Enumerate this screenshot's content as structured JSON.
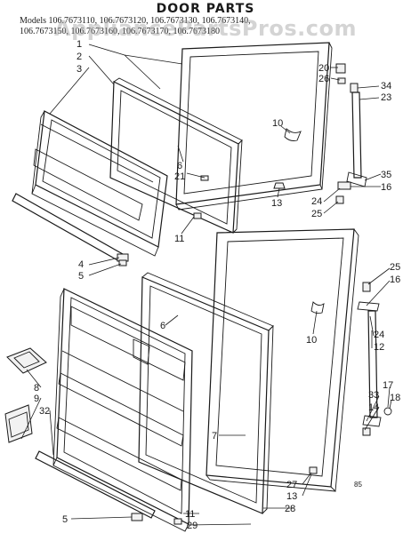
{
  "title": "DOOR PARTS",
  "models_line1": "Models 106.7673110, 106.7673120, 106.7673130, 106.7673140,",
  "models_line2": "106.7673150, 106.7673160, 106.7673170, 106.7673180",
  "watermark": "AppliancePartsPros.com",
  "drawing_code": "85",
  "callouts": {
    "c1": "1",
    "c2": "2",
    "c3": "3",
    "c4": "4",
    "c5": "5",
    "c5b": "5",
    "c6": "6",
    "c6b": "6",
    "c7": "7",
    "c8": "8",
    "c9": "9",
    "c10": "10",
    "c10b": "10",
    "c11": "11",
    "c11b": "11",
    "c12": "12",
    "c13": "13",
    "c13b": "13",
    "c14": "14",
    "c16": "16",
    "c16b": "16",
    "c17": "17",
    "c18": "18",
    "c20": "20",
    "c21": "21",
    "c23": "23",
    "c24": "24",
    "c24b": "24",
    "c25": "25",
    "c25b": "25",
    "c26": "26",
    "c27": "27",
    "c28": "28",
    "c29": "29",
    "c32": "32",
    "c33": "33",
    "c34": "34",
    "c35": "35"
  }
}
